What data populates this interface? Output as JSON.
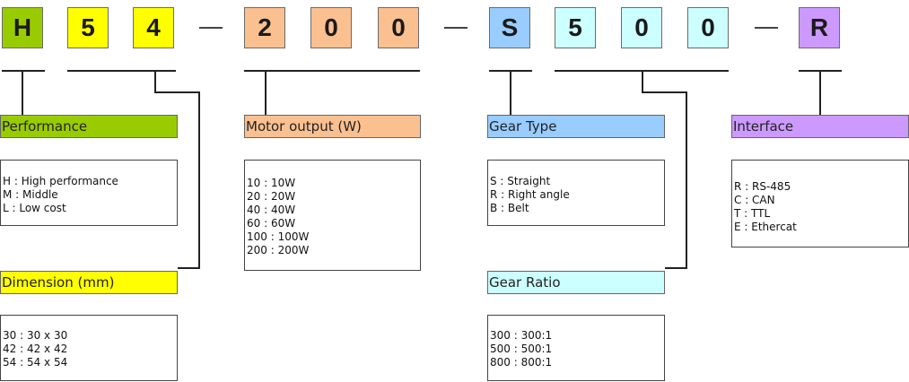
{
  "code": {
    "chars": [
      "H",
      "5",
      "4",
      "2",
      "0",
      "0",
      "S",
      "5",
      "0",
      "0",
      "R"
    ],
    "colors": {
      "performance": "#99cc00",
      "dimension": "#ffff00",
      "motor_output": "#fac090",
      "gear_type": "#99ccff",
      "gear_ratio": "#ccffff",
      "interface": "#cc99ff"
    }
  },
  "categories": {
    "performance": {
      "label": "Performance",
      "options": [
        "H : High performance",
        "M : Middle",
        "L : Low cost"
      ]
    },
    "dimension": {
      "label": "Dimension (mm)",
      "options": [
        "30 : 30 x 30",
        "42 : 42 x 42",
        "54 : 54 x 54"
      ]
    },
    "motor_output": {
      "label": "Motor output (W)",
      "options": [
        "10 : 10W",
        "20 : 20W",
        "40 : 40W",
        "60 : 60W",
        "100 : 100W",
        "200 : 200W"
      ]
    },
    "gear_type": {
      "label": "Gear Type",
      "options": [
        "S : Straight",
        "R : Right angle",
        "B : Belt"
      ]
    },
    "gear_ratio": {
      "label": "Gear Ratio",
      "options": [
        "300 : 300:1",
        "500 : 500:1",
        "800 : 800:1"
      ]
    },
    "interface": {
      "label": "Interface",
      "options": [
        "R : RS-485",
        "C : CAN",
        "T : TTL",
        "E : Ethercat"
      ]
    }
  }
}
